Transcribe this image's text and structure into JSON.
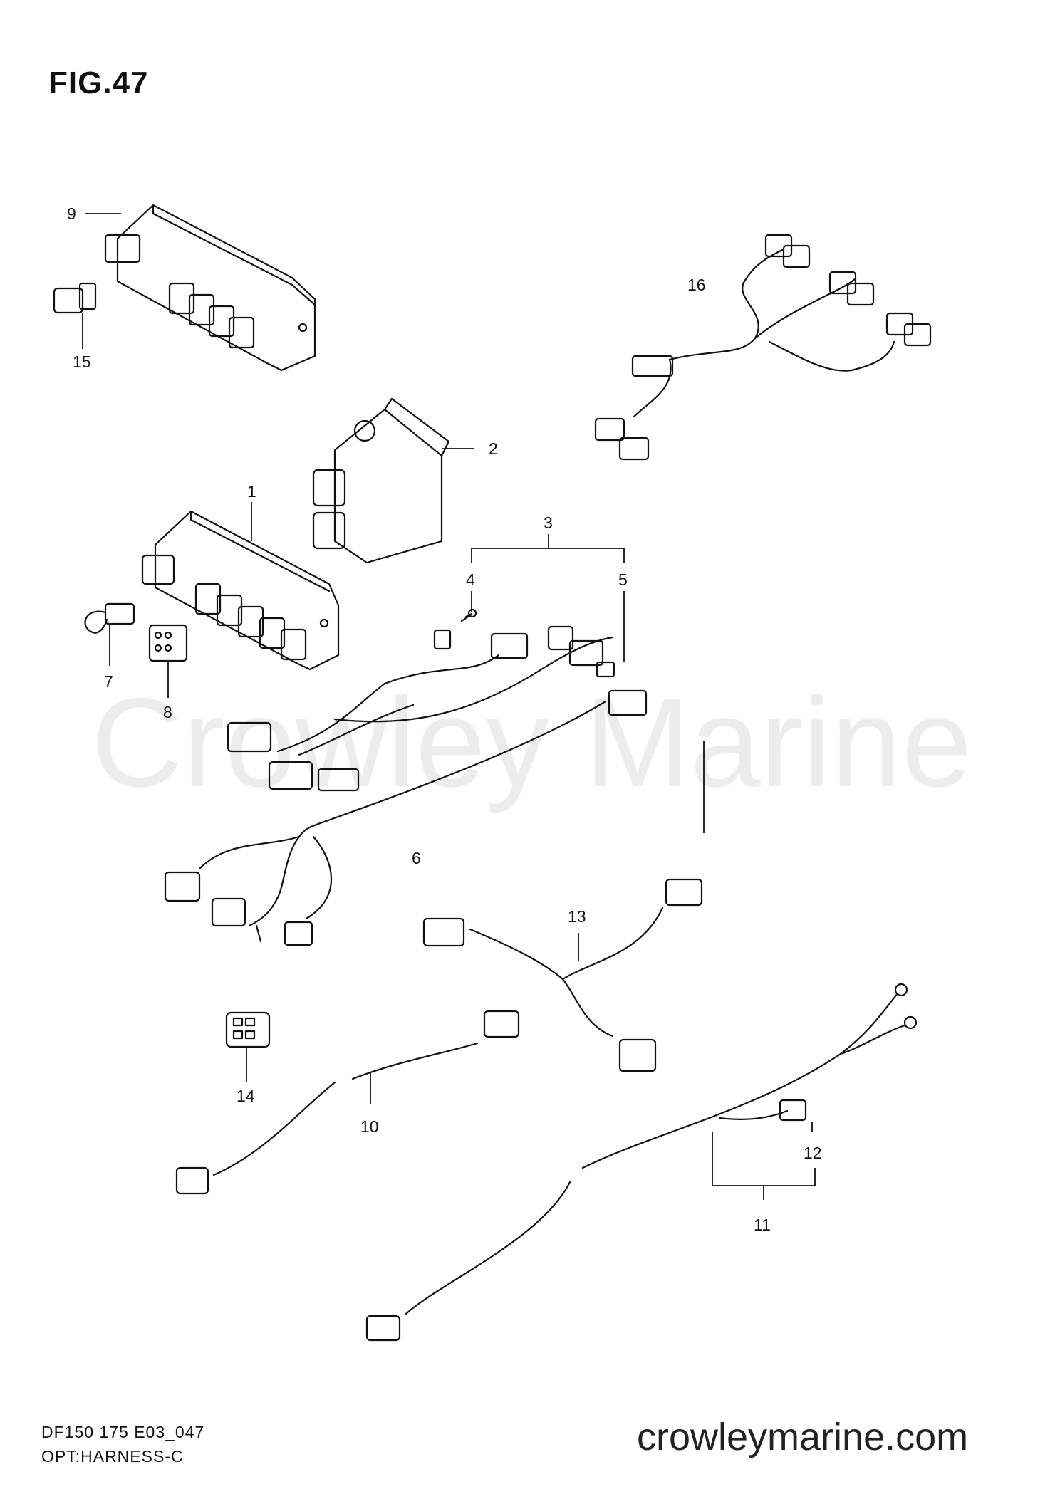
{
  "figure": {
    "title": "FIG.47",
    "watermark": "Crowley Marine",
    "code": "DF150 175 E03_047",
    "caption": "OPT:HARNESS-C",
    "site": "crowleymarine.com"
  },
  "callouts": [
    "1",
    "2",
    "3",
    "4",
    "5",
    "6",
    "7",
    "8",
    "9",
    "10",
    "11",
    "12",
    "13",
    "14",
    "15",
    "16"
  ]
}
